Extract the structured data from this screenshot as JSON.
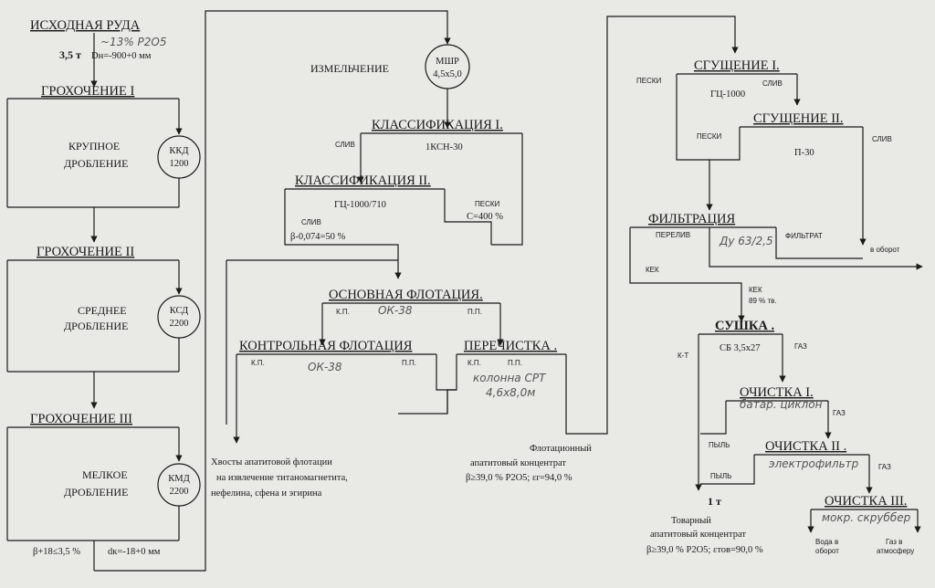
{
  "left_column": {
    "ore_title": "ИСХОДНАЯ РУДА",
    "ore_note": "~13% P2O5",
    "ore_mass": "3,5 т",
    "ore_size": "Dн=-900+0 мм",
    "screen1": "ГРОХОЧЕНИЕ I",
    "crush1_line1": "КРУПНОЕ",
    "crush1_line2": "ДРОБЛЕНИЕ",
    "crusher1_a": "ККД",
    "crusher1_b": "1200",
    "screen2": "ГРОХОЧЕНИЕ II",
    "crush2_line1": "СРЕДНЕЕ",
    "crush2_line2": "ДРОБЛЕНИЕ",
    "crusher2_a": "КСД",
    "crusher2_b": "2200",
    "screen3": "ГРОХОЧЕНИЕ III",
    "crush3_line1": "МЕЛКОЕ",
    "crush3_line2": "ДРОБЛЕНИЕ",
    "crusher3_a": "КМД",
    "crusher3_b": "2200",
    "bottom_beta": "β+18≤3,5 %",
    "bottom_size": "dк=-18+0 мм"
  },
  "middle_column": {
    "grinding": "ИЗМЕЛЬЧЕНИЕ",
    "mill_a": "МШР",
    "mill_b": "4,5х5,0",
    "class1": "КЛАССИФИКАЦИЯ I.",
    "class1_equip": "1КСН-30",
    "class1_overflow": "СЛИВ",
    "class2": "КЛАССИФИКАЦИЯ II.",
    "class2_equip": "ГЦ-1000/710",
    "class2_sands": "ПЕСКИ",
    "class2_load": "С=400 %",
    "class2_overflow": "СЛИВ",
    "class2_beta": "β-0,074=50 %",
    "flot_main": "ОСНОВНАЯ ФЛОТАЦИЯ.",
    "flot_main_note": "ОК-38",
    "flot_main_kp": "К.П.",
    "flot_main_pp": "П.П.",
    "flot_control": "КОНТРОЛЬНАЯ ФЛОТАЦИЯ",
    "flot_control_kp": "К.П.",
    "flot_control_note": "ОК-38",
    "flot_control_pp": "П.П.",
    "cleaning": "ПЕРЕЧИСТКА .",
    "cleaning_kp": "К.П.",
    "cleaning_pp": "П.П.",
    "cleaning_note1": "колонна СРТ",
    "cleaning_note2": "4,6х8,0м",
    "tails_line1": "Хвосты апатитовой флотации",
    "tails_line2": "на извлечение титаномагнетита,",
    "tails_line3": "нефелина, сфена и эгирина",
    "conc_line1": "Флотационный",
    "conc_line2": "апатитовый концентрат",
    "conc_line3": "β≥39,0 % P2O5; εr=94,0 %"
  },
  "right_column": {
    "thick1": "СГУЩЕНИЕ I.",
    "thick1_sands": "ПЕСКИ",
    "thick1_equip": "ГЦ-1000",
    "thick1_overflow": "СЛИВ",
    "thick2": "СГУЩЕНИЕ II.",
    "thick2_sands": "ПЕСКИ",
    "thick2_equip": "П-30",
    "thick2_overflow": "СЛИВ",
    "filtration": "ФИЛЬТРАЦИЯ",
    "filt_overflow": "ПЕРЕЛИВ",
    "filt_note": "Дy 63/2,5",
    "filt_filtrate": "ФИЛЬТРАТ",
    "filt_return": "в оборот",
    "filt_cake": "КЕК",
    "cake2": "КЕК",
    "cake2_moist": "89 % тв.",
    "drying": "СУШКА .",
    "drying_equip": "СБ 3,5х27",
    "drying_kt": "К-Т",
    "drying_gas": "ГАЗ",
    "clean1": "ОЧИСТКА I.",
    "clean1_note": "батар. циклон",
    "clean1_gas": "ГАЗ",
    "clean1_dust": "ПЫЛЬ",
    "clean2": "ОЧИСТКА II .",
    "clean2_note": "электрофильтр",
    "clean2_gas": "ГАЗ",
    "clean2_dust": "ПЫЛЬ",
    "mass_out": "1 т",
    "clean3": "ОЧИСТКА III.",
    "clean3_note": "мокр. скруббер",
    "water": "Вода в",
    "water2": "оборот",
    "gas_out": "Газ в",
    "gas_out2": "атмосферу",
    "final_line1": "Товарный",
    "final_line2": "апатитовый концентрат",
    "final_line3": "β≥39,0 % P2O5; εтов=90,0 %"
  }
}
